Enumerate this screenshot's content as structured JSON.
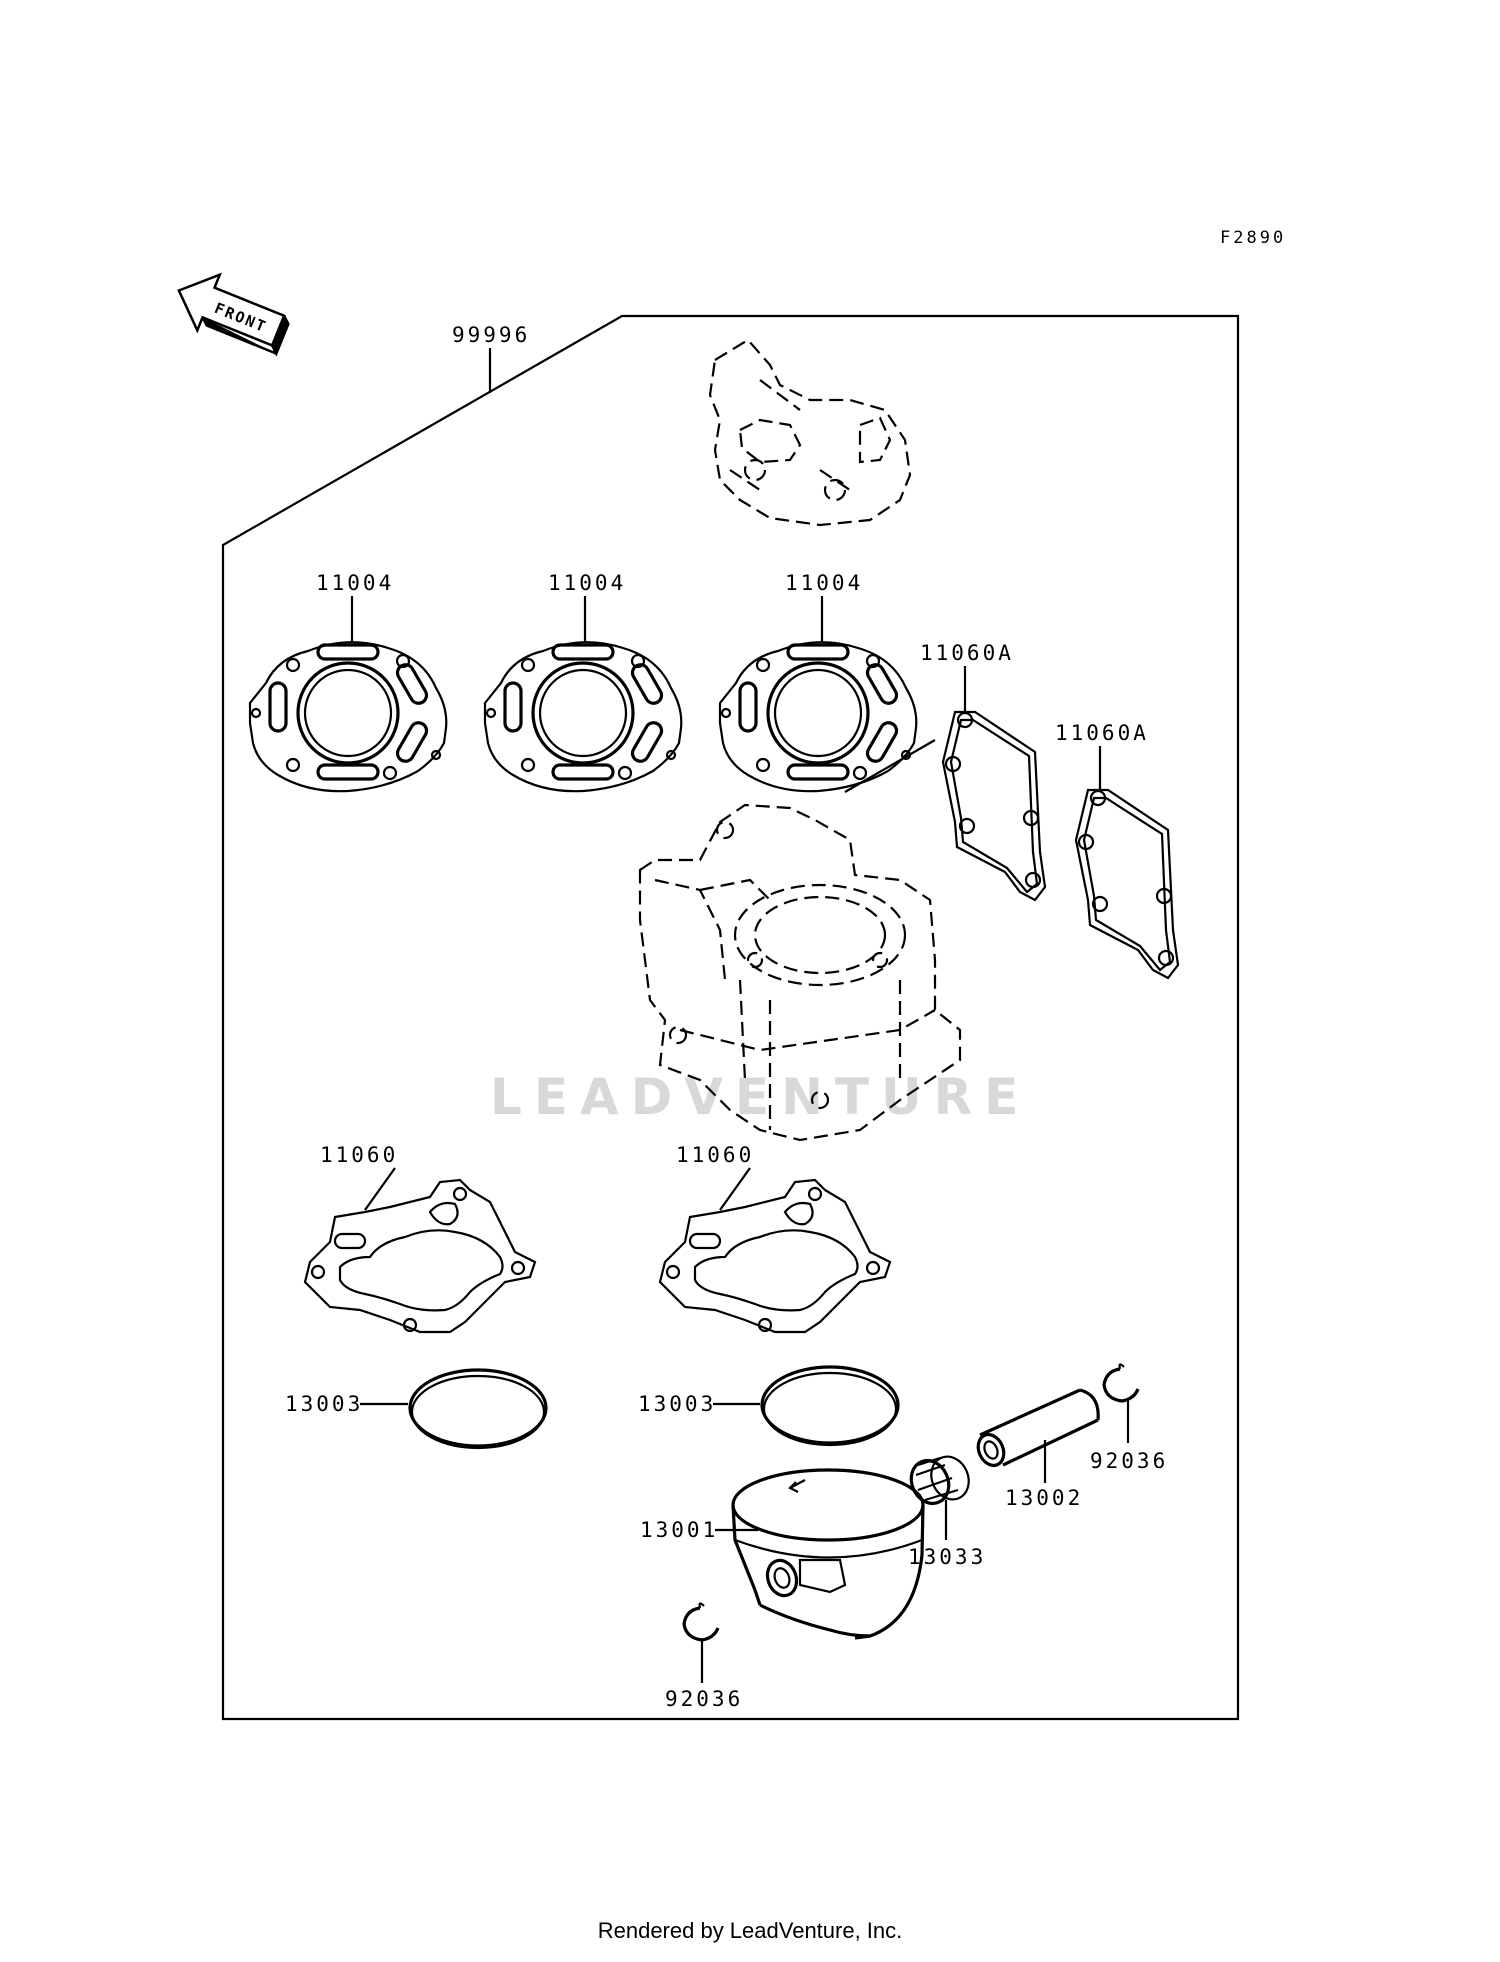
{
  "figure_code": "F2890",
  "front_label": "FRONT",
  "watermark": "LEADVENTURE",
  "footer": "Rendered by LeadVenture, Inc.",
  "parts": {
    "kit": "99996",
    "head_gasket_1": "11004",
    "head_gasket_2": "11004",
    "head_gasket_3": "11004",
    "exhaust_gasket_1": "11060A",
    "exhaust_gasket_2": "11060A",
    "base_gasket_1": "11060",
    "base_gasket_2": "11060",
    "ring_1": "13003",
    "ring_2": "13003",
    "pin_clip_1": "92036",
    "pin_clip_2": "92036",
    "piston_pin": "13002",
    "needle_bearing": "13033",
    "piston": "13001"
  }
}
